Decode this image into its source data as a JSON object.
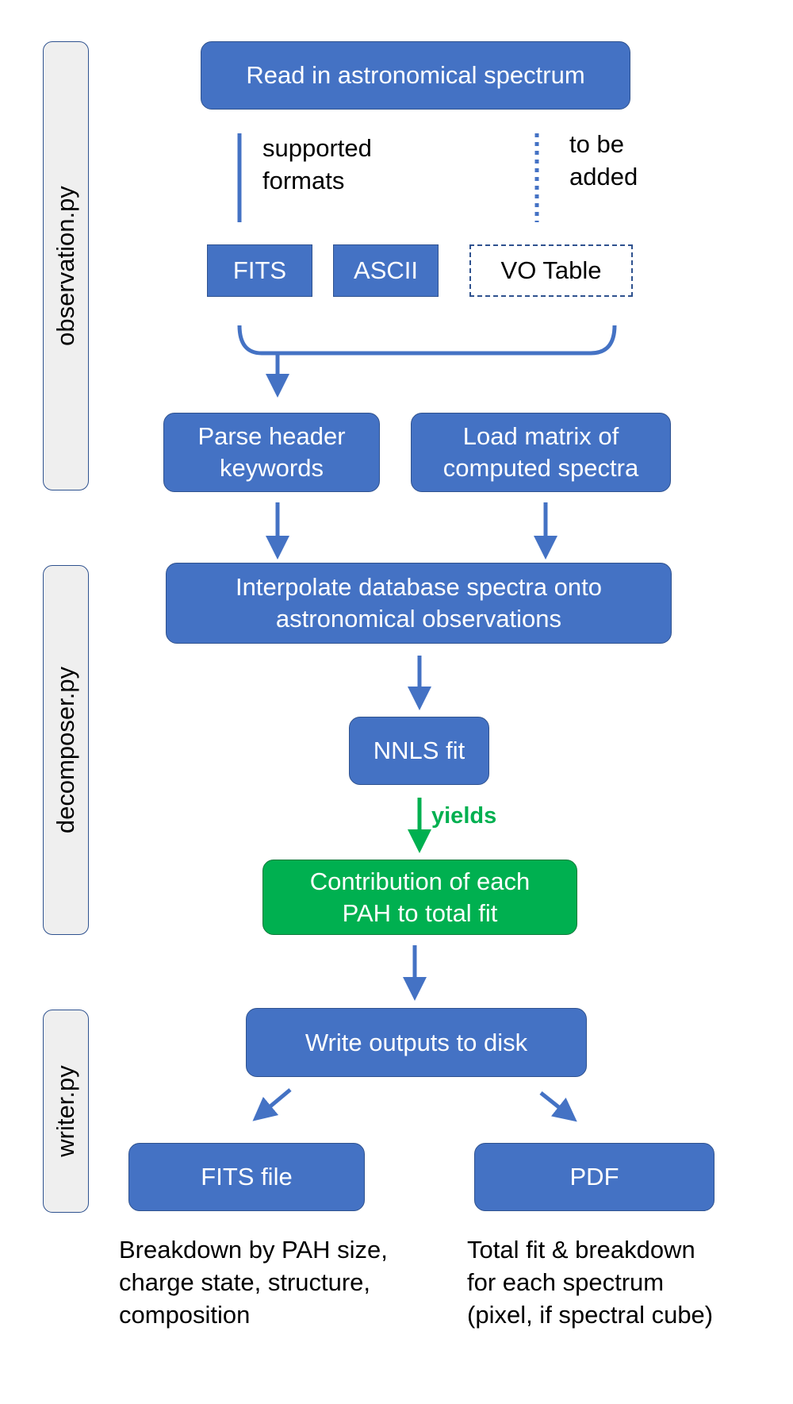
{
  "modules": {
    "observation": "observation.py",
    "decomposer": "decomposer.py",
    "writer": "writer.py"
  },
  "nodes": {
    "read": "Read in astronomical spectrum",
    "fits": "FITS",
    "ascii": "ASCII",
    "votable": "VO Table",
    "parse": "Parse header\nkeywords",
    "load": "Load matrix of\ncomputed spectra",
    "interpolate": "Interpolate database spectra onto\nastronomical observations",
    "nnls": "NNLS fit",
    "contribution": "Contribution of each\nPAH to total fit",
    "write": "Write outputs to disk",
    "fits_file": "FITS file",
    "pdf": "PDF"
  },
  "labels": {
    "supported": "supported\nformats",
    "to_be_added": "to be\nadded",
    "yields": "yields",
    "fits_desc": "Breakdown by PAH size,\ncharge state, structure,\ncomposition",
    "pdf_desc": "Total fit & breakdown\nfor each spectrum\n(pixel, if spectral cube)"
  },
  "colors": {
    "box_fill": "#4472c4",
    "box_border": "#2f528f",
    "highlight_fill": "#00b050",
    "module_fill": "#efefef",
    "yields_text": "#00b050"
  }
}
